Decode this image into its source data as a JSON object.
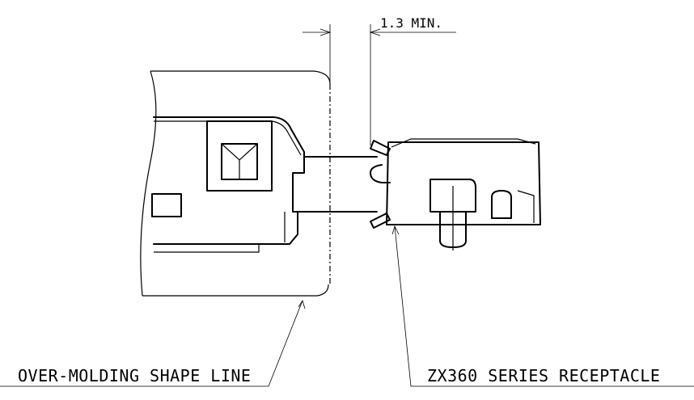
{
  "labels": {
    "dimension": "1.3 MIN.",
    "left_callout": "OVER-MOLDING SHAPE LINE",
    "right_callout": "ZX360 SERIES RECEPTACLE"
  }
}
